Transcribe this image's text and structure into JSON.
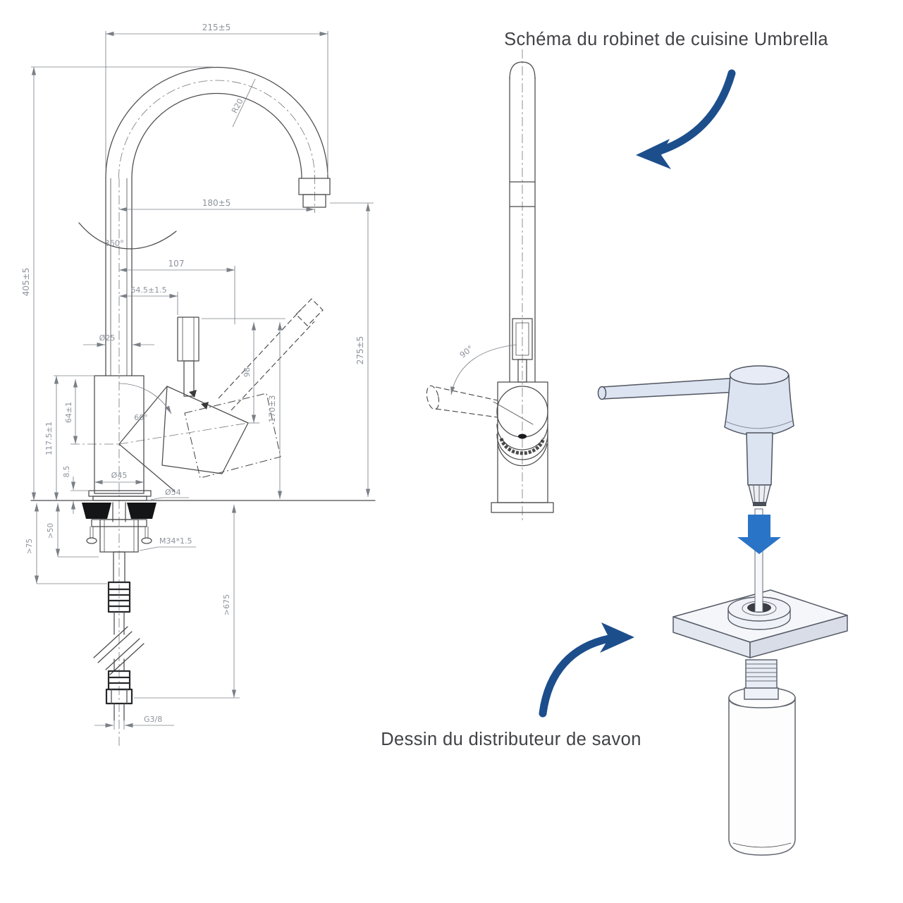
{
  "titles": {
    "faucet_schema": "Schéma du robinet de cuisine Umbrella",
    "soap_dispenser": "Dessin du distributeur de savon"
  },
  "colors": {
    "drawing_line": "#4b4b4d",
    "dimension_text": "#8d939c",
    "navy_arrow": "#1d4e8c",
    "insert_arrow": "#2a74c7",
    "dispenser_fill": "#dce3f1"
  },
  "side_view": {
    "dims": {
      "top_width": "215±5",
      "bend_radius": "R20",
      "spout_reach": "180±5",
      "swivel_rotation": "360°",
      "handle_offset": "107",
      "cartridge_offset": "64.5±1.5",
      "pipe_diameter": "Ø25",
      "overall_height": "405±5",
      "spout_height": "275±5",
      "handle_length": "98",
      "cartridge_height": "170±3",
      "handle_angle": "60°",
      "body_top_to_axis": "64±1",
      "body_height": "117.5±1",
      "base_height": "8.5",
      "body_diameter": "Ø45",
      "base_diameter": "Ø54",
      "clearance_min": ">50",
      "counter_max": ">75",
      "shank_thread": "M34*1.5",
      "hose_length": ">675",
      "hose_thread": "G3/8"
    }
  },
  "front_view": {
    "dims": {
      "handle_swing": "90°"
    }
  }
}
